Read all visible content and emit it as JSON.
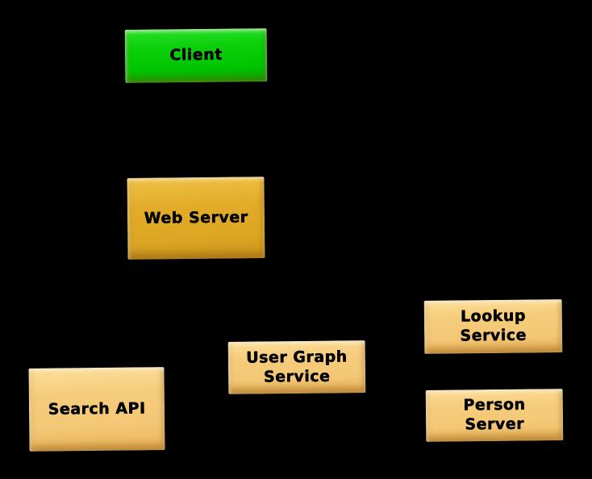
{
  "diagram": {
    "title": "service-architecture-diagram",
    "background_color": "#000000",
    "text_color": "#000000",
    "node_colors": {
      "client_green": "#0ad00a",
      "server_gold": "#e2ac29",
      "service_tan": "#f3c775"
    },
    "nodes": {
      "client": {
        "label": "Client"
      },
      "web_server": {
        "label": "Web Server"
      },
      "search_api": {
        "label": "Search API"
      },
      "user_graph_service": {
        "label": "User Graph\nService"
      },
      "lookup_service": {
        "label": "Lookup\nService"
      },
      "person_server": {
        "label": "Person\nServer"
      }
    }
  }
}
